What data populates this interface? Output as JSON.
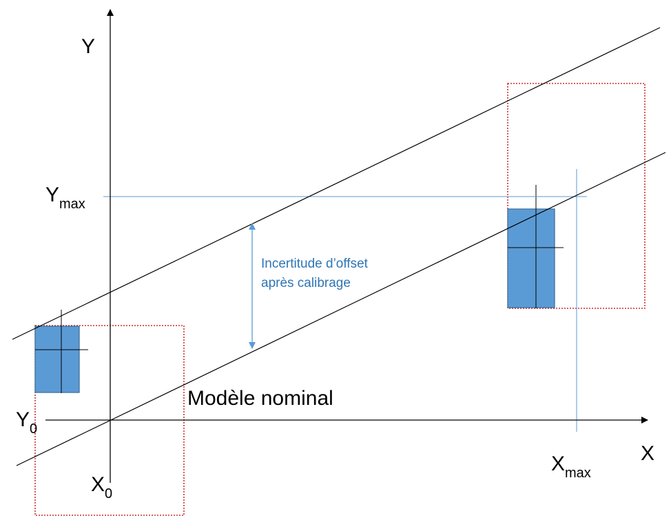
{
  "colors": {
    "axis": "#000000",
    "band_line": "#000000",
    "reference_line": "#5b9bd5",
    "rect_fill": "#5b9bd5",
    "rect_stroke": "#41719c",
    "dotted_box": "#c00000",
    "annotation_text": "#2e75b6"
  },
  "axes": {
    "x_label": "X",
    "y_label": "Y",
    "x0": {
      "base": "X",
      "sub": "0"
    },
    "y0": {
      "base": "Y",
      "sub": "0"
    },
    "xmax": {
      "base": "X",
      "sub": "max"
    },
    "ymax": {
      "base": "Y",
      "sub": "max"
    }
  },
  "annotation": {
    "line1": "Incertitude d’offset",
    "line2": "après calibrage"
  },
  "model_label": "Modèle nominal"
}
